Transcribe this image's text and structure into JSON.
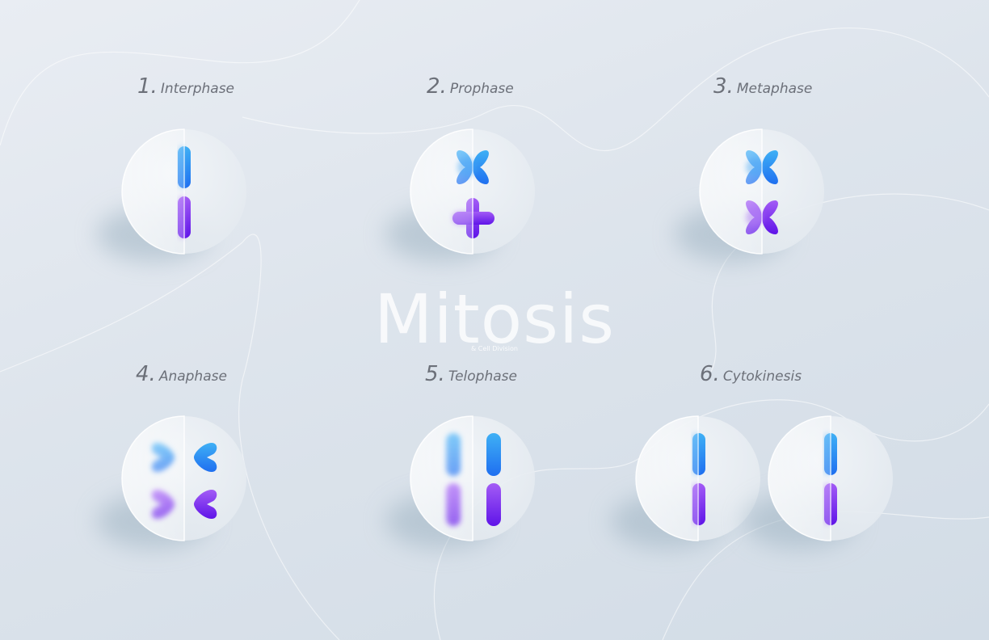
{
  "title": "Mitosis",
  "subtitle": "& Cell Division",
  "phases": [
    {
      "number": "1.",
      "name": "Interphase"
    },
    {
      "number": "2.",
      "name": "Prophase"
    },
    {
      "number": "3.",
      "name": "Metaphase"
    },
    {
      "number": "4.",
      "name": "Anaphase"
    },
    {
      "number": "5.",
      "name": "Telophase"
    },
    {
      "number": "6.",
      "name": "Cytokinesis"
    }
  ],
  "colors": {
    "chromosome_top_blue": "#1f7ff0",
    "chromosome_top_cyan": "#3fb0f5",
    "chromosome_bottom_purple": "#6b1ff0",
    "chromosome_bottom_violet": "#a35cf5",
    "label_gray": "#6c7079",
    "background": "#dde4ec"
  }
}
